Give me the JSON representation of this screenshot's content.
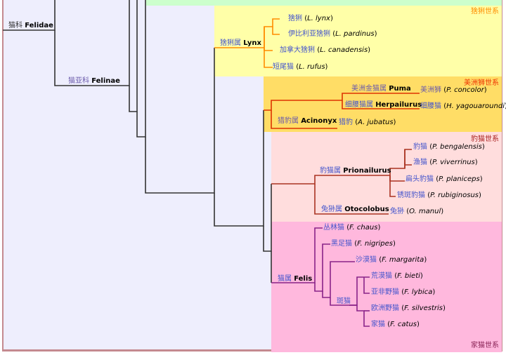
{
  "colors": {
    "background": "#eeeefd",
    "frame": "#c48a90",
    "tree_main": "#333333",
    "lynx_bg": "#ffffa8",
    "lynx_line": "#ff8c00",
    "lynx_label": "#ff8c00",
    "puma_bg": "#ffdd66",
    "puma_line": "#dd3300",
    "puma_label": "#ee3300",
    "leopardcat_bg": "#ffdddd",
    "leopardcat_line": "#aa3322",
    "leopardcat_label": "#aa2222",
    "felis_bg": "#ffb8dd",
    "felis_line": "#882288",
    "felis_label": "#882255",
    "top_strip": "#ccffcc"
  },
  "family": {
    "zh": "猫科",
    "latin": "Felidae"
  },
  "subfamily": {
    "zh": "猫亚科",
    "latin": "Felinae"
  },
  "lineages": {
    "lynx": {
      "name": "猞猁世系",
      "genus": {
        "zh": "猞猁属",
        "latin": "Lynx"
      },
      "species": [
        {
          "zh": "猞猁",
          "sci": "L. lynx"
        },
        {
          "zh": "伊比利亚猞猁",
          "sci": "L. pardinus"
        },
        {
          "zh": "加拿大猞猁",
          "sci": "L. canadensis"
        },
        {
          "zh": "短尾猫",
          "sci": "L. rufus"
        }
      ]
    },
    "puma": {
      "name": "美洲狮世系",
      "genera": [
        {
          "zh": "美洲金猫属",
          "latin": "Puma",
          "species": {
            "zh": "美洲狮",
            "sci": "P. concolor"
          }
        },
        {
          "zh": "细腰猫属",
          "latin": "Herpailurus",
          "species": {
            "zh": "细腰猫",
            "sci": "H. yagouaroundi"
          }
        },
        {
          "zh": "猎豹属",
          "latin": "Acinonyx",
          "species": {
            "zh": "猎豹",
            "sci": "A. jubatus"
          }
        }
      ]
    },
    "leopardcat": {
      "name": "豹猫世系",
      "genera": [
        {
          "zh": "豹猫属",
          "latin": "Prionailurus",
          "species": [
            {
              "zh": "豹猫",
              "sci": "P. bengalensis"
            },
            {
              "zh": "渔猫",
              "sci": "P. viverrinus"
            },
            {
              "zh": "扁头豹猫",
              "sci": "P. planiceps"
            },
            {
              "zh": "锈斑豹猫",
              "sci": "P. rubiginosus"
            }
          ]
        },
        {
          "zh": "兔狲属",
          "latin": "Otocolobus",
          "species": [
            {
              "zh": "兔狲",
              "sci": "O. manul"
            }
          ]
        }
      ]
    },
    "felis": {
      "name": "家猫世系",
      "genus": {
        "zh": "猫属",
        "latin": "Felis"
      },
      "wildcat_group": "斑猫",
      "species": [
        {
          "zh": "丛林猫",
          "sci": "F. chaus"
        },
        {
          "zh": "黑足猫",
          "sci": "F. nigripes"
        },
        {
          "zh": "沙漠猫",
          "sci": "F. margarita"
        },
        {
          "zh": "荒漠猫",
          "sci": "F. bieti"
        },
        {
          "zh": "亚非野猫",
          "sci": "F. lybica"
        },
        {
          "zh": "欧洲野猫",
          "sci": "F. silvestris"
        },
        {
          "zh": "家猫",
          "sci": "F. catus"
        }
      ]
    }
  }
}
